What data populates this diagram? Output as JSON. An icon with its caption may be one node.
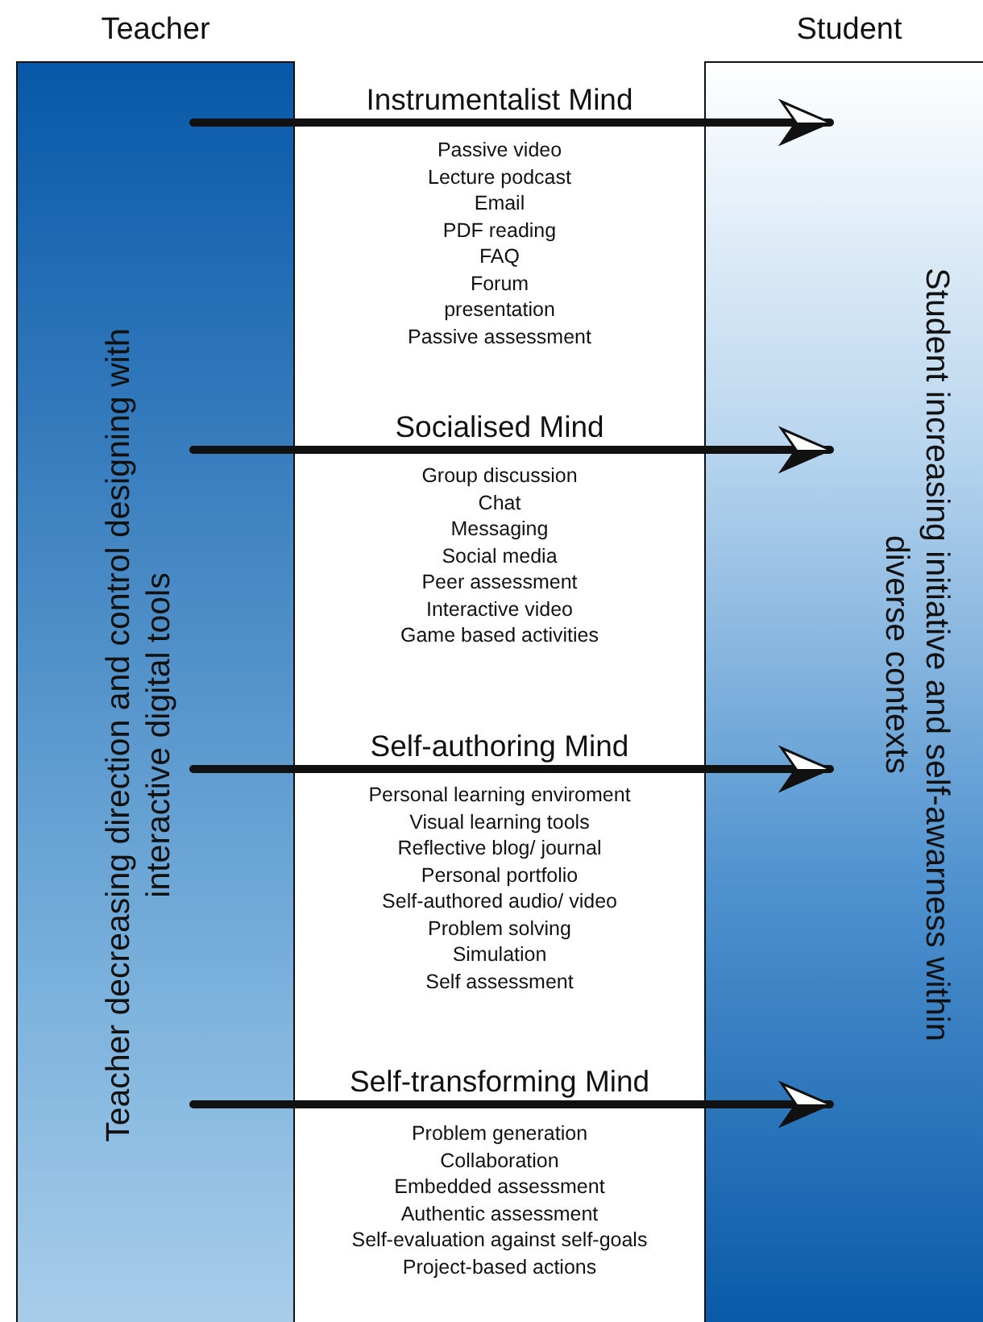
{
  "diagram": {
    "nodes": [
      {
        "text": [
          "Teacher",
          "Teacher decreasing direction and control designing with interactive digital tools"
        ]
      },
      {
        "text": [
          "Student",
          "Student increasing initiative and self-awarness within diverse contexts"
        ]
      }
    ],
    "edges": [
      {
        "from": 0,
        "to": 1,
        "arrow": "to",
        "label": "Instrumentalist Mind"
      },
      {
        "from": 0,
        "to": 1,
        "arrow": "to",
        "label": "Socialised Mind"
      },
      {
        "from": 0,
        "to": 1,
        "arrow": "to",
        "label": "Self-authoring Mind"
      },
      {
        "from": 0,
        "to": 1,
        "arrow": "to",
        "label": "Self-transforming Mind"
      }
    ],
    "labels": [
      "Passive video",
      "Lecture podcast",
      "Email",
      "PDF reading",
      "FAQ",
      "Forum",
      "presentation",
      "Passive assessment",
      "Group discussion",
      "Chat",
      "Messaging",
      "Social media",
      "Peer assessment",
      "Interactive video",
      "Game based activities",
      "Personal learning enviroment",
      "Visual learning tools",
      "Reflective blog/ journal",
      "Personal portfolio",
      "Self-authored audio/ video",
      "Problem solving",
      "Simulation",
      "Self assessment",
      "Problem generation",
      "Collaboration",
      "Embedded assessment",
      "Authentic assessment",
      "Self-evaluation against self-goals",
      "Project-based actions"
    ]
  }
}
